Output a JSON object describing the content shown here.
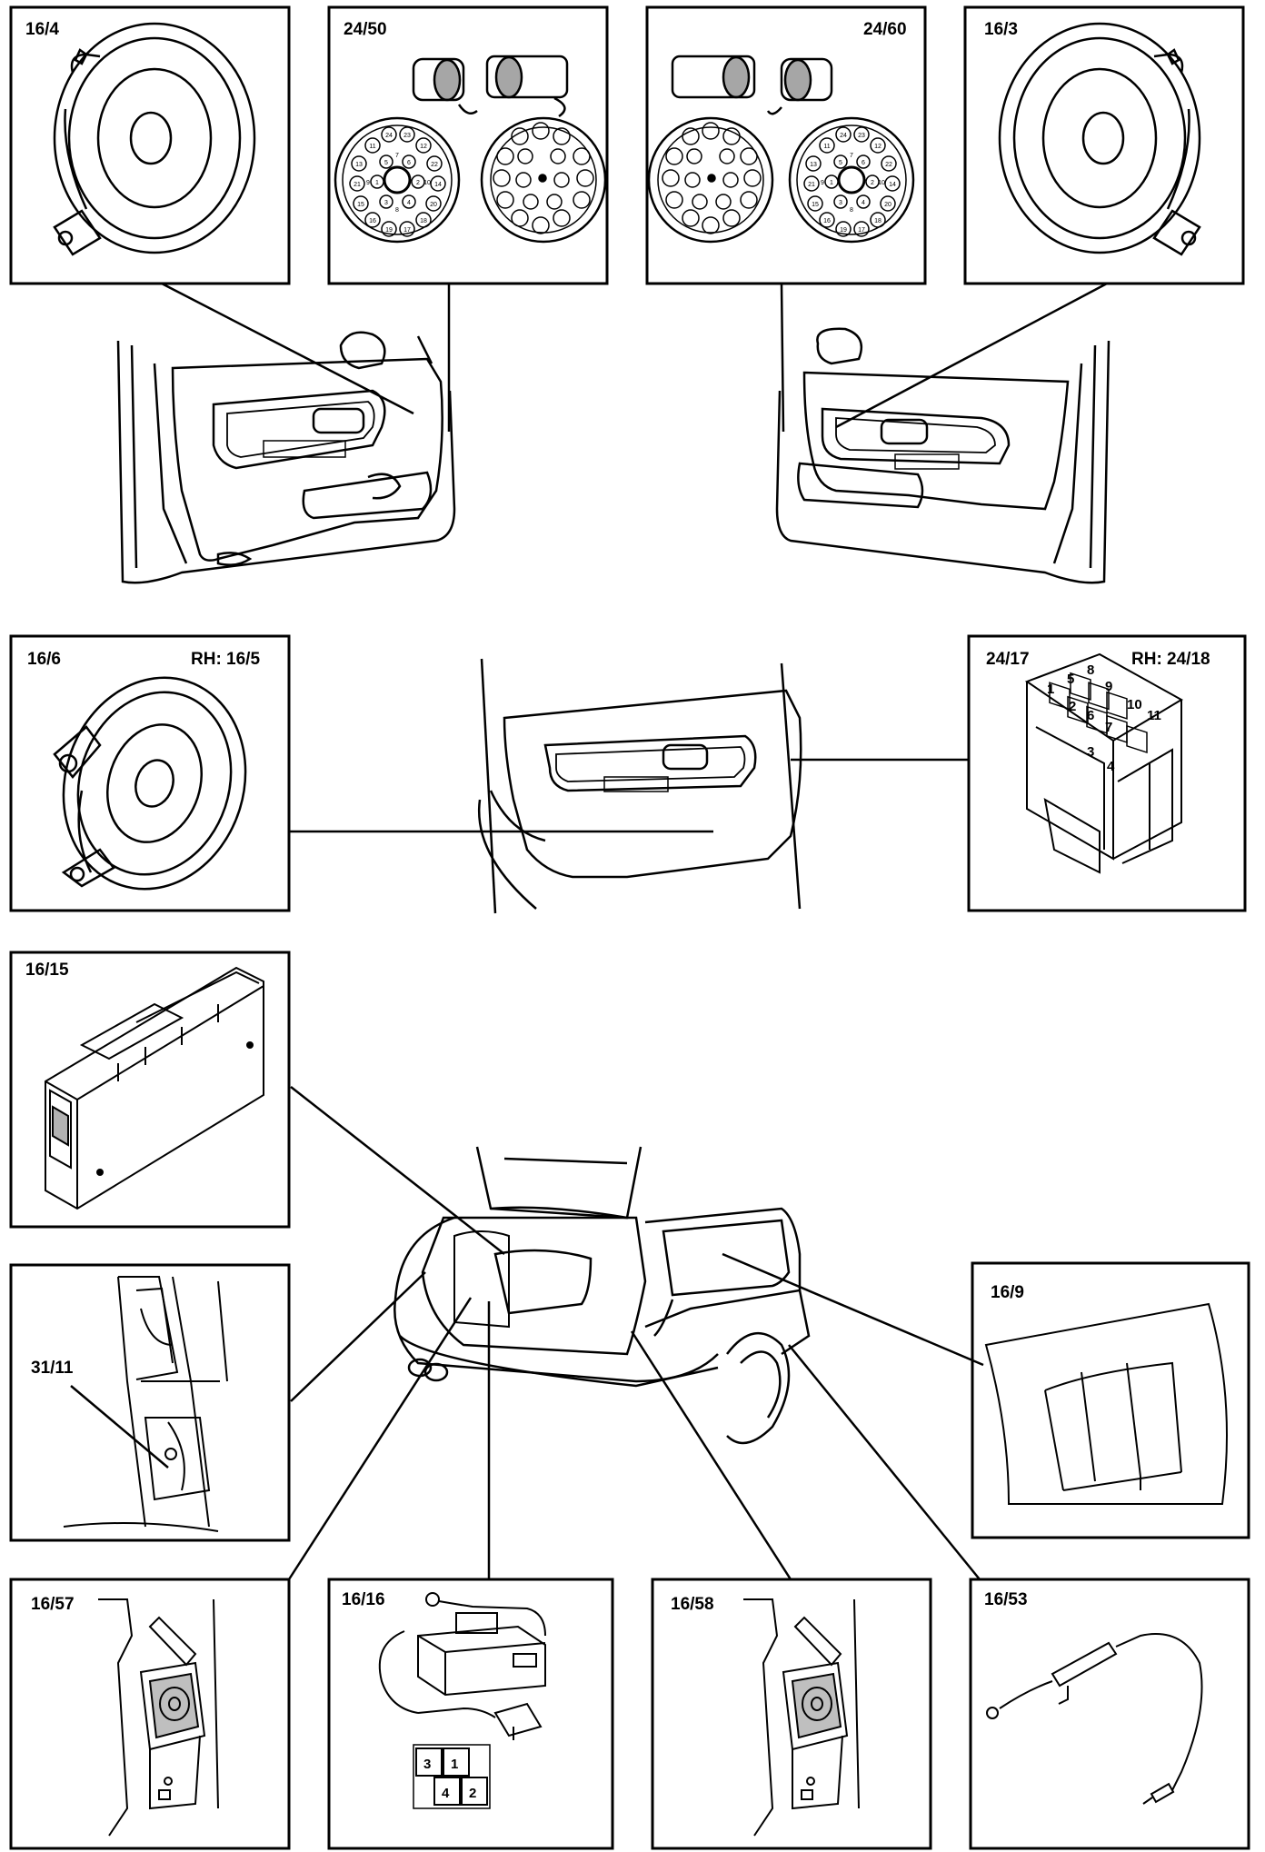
{
  "diagram": {
    "labels": {
      "front_left_speaker": "16/4",
      "connector_left": "24/50",
      "connector_right": "24/60",
      "front_right_speaker": "16/3",
      "rear_speaker": "16/6",
      "rear_speaker_rh": "RH: 16/5",
      "switch_block": "24/17",
      "switch_block_rh": "RH: 24/18",
      "amplifier": "16/15",
      "ground_point": "31/11",
      "rear_window_antenna": "16/9",
      "antenna_amp_left": "16/57",
      "antenna_module": "16/16",
      "antenna_amp_right": "16/58",
      "antenna_cable": "16/53"
    },
    "switch_pins": [
      "1",
      "2",
      "3",
      "4",
      "5",
      "6",
      "7",
      "8",
      "9",
      "10",
      "11"
    ],
    "module_pins": [
      "3",
      "1",
      "4",
      "2"
    ],
    "connector_pins": [
      "11",
      "24",
      "23",
      "12",
      "13",
      "22",
      "21",
      "14",
      "15",
      "20",
      "16",
      "19",
      "17",
      "18",
      "1",
      "2",
      "3",
      "4",
      "5",
      "6",
      "7",
      "8",
      "9",
      "10"
    ]
  }
}
